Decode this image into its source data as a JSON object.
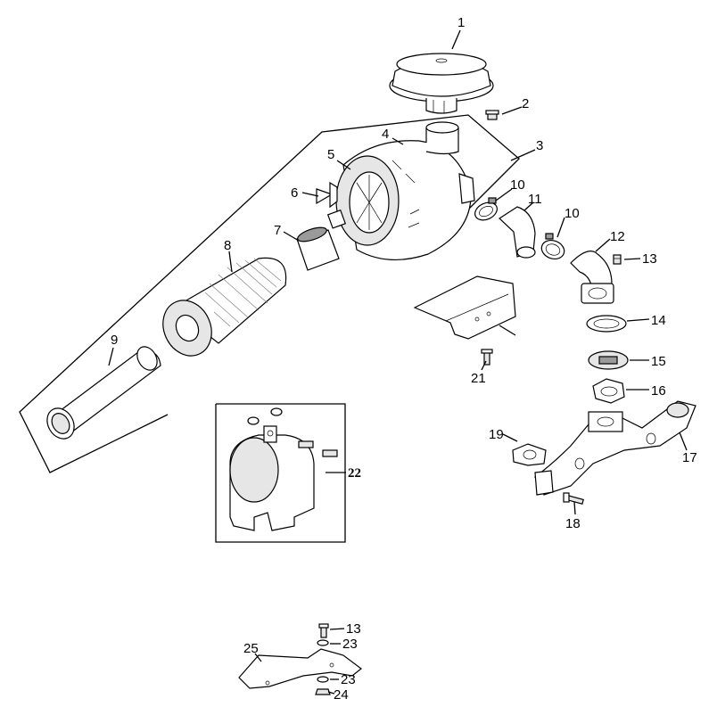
{
  "callouts": {
    "c1": "1",
    "c2": "2",
    "c3": "3",
    "c4": "4",
    "c5": "5",
    "c6": "6",
    "c7": "7",
    "c8": "8",
    "c9": "9",
    "c10a": "10",
    "c10b": "10",
    "c11": "11",
    "c12": "12",
    "c13a": "13",
    "c14": "14",
    "c15": "15",
    "c16": "16",
    "c17": "17",
    "c18": "18",
    "c19": "19",
    "c21": "21",
    "c22": "22",
    "c13b": "13",
    "c23a": "23",
    "c25": "25",
    "c23b": "23",
    "c24": "24"
  }
}
